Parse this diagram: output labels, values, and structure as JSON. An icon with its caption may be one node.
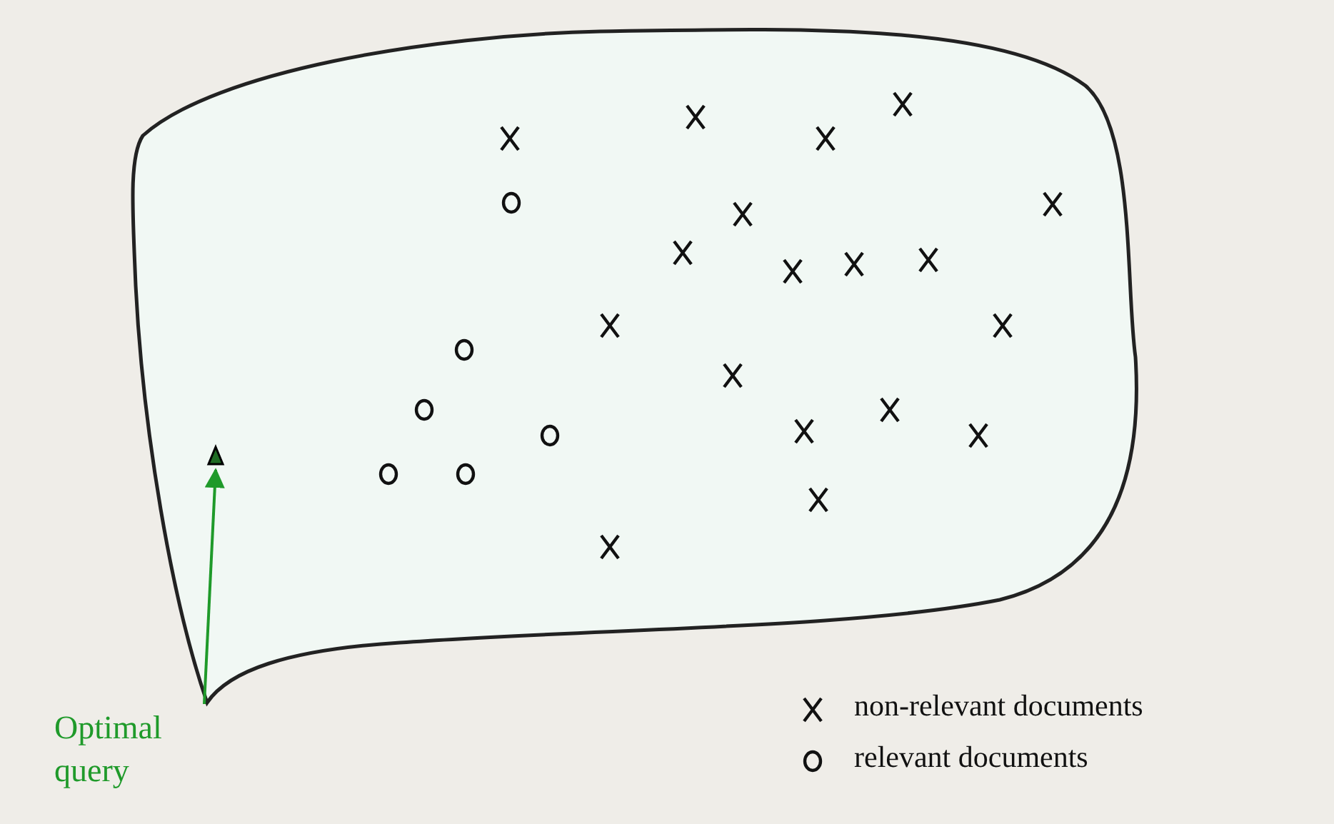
{
  "diagram": {
    "nodes": [
      {
        "text": [
          "Optimal query"
        ]
      },
      {
        "text": [],
        "shape": "triangle"
      }
    ],
    "edges": [
      {
        "from": 0,
        "to": 1,
        "arrow": "to"
      }
    ],
    "legend": [
      {
        "text": "non-relevant documents"
      },
      {
        "text": "relevant documents"
      }
    ]
  }
}
